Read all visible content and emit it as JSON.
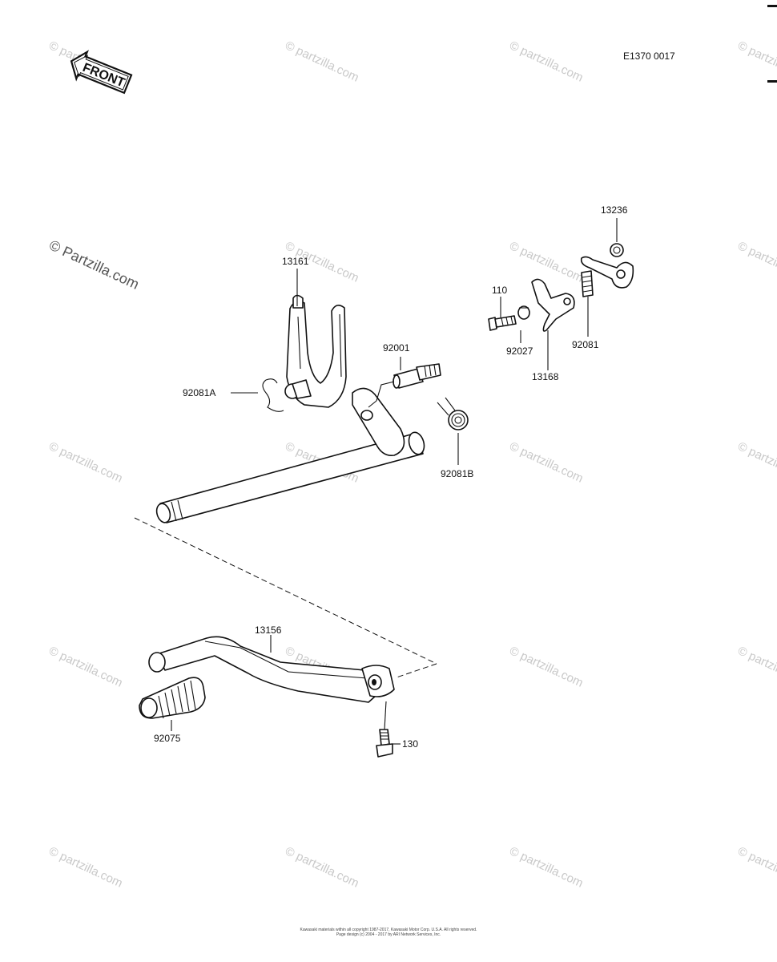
{
  "diagram_code": "E1370 0017",
  "front_label": "FRONT",
  "watermark_main": "© Partzilla.com",
  "watermark_small": "© partzilla.com",
  "parts": {
    "p13236": "13236",
    "p13161": "13161",
    "p110": "110",
    "p92027": "92027",
    "p92081": "92081",
    "p13168": "13168",
    "p92001": "92001",
    "p92081A": "92081A",
    "p92081B": "92081B",
    "p13156": "13156",
    "p92075": "92075",
    "p130": "130"
  },
  "footer": {
    "line1": "Kawasaki materials within all copyright 1987-2017, Kawasaki Motor Corp. U.S.A.  All rights reserved.",
    "line2": "Page design (c) 2004 - 2017 by ARI Network Services, Inc."
  },
  "colors": {
    "ink": "#111111",
    "watermark": "#c9c9c9",
    "background": "#ffffff"
  }
}
